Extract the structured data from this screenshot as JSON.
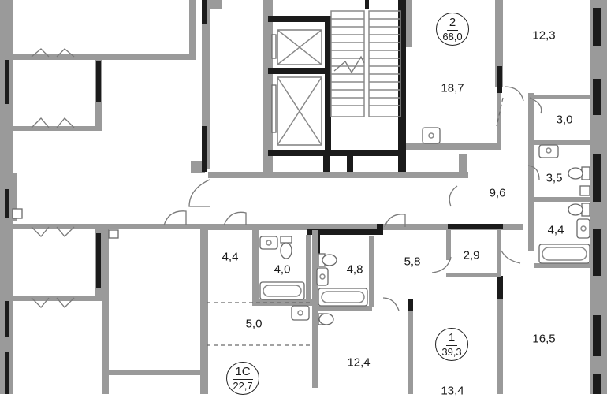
{
  "apartments": [
    {
      "number": "2",
      "area": "68,0"
    },
    {
      "number": "1",
      "area": "39,3"
    },
    {
      "number": "1С",
      "area": "22,7"
    }
  ],
  "rooms": [
    {
      "area": "12,3"
    },
    {
      "area": "18,7"
    },
    {
      "area": "3,0"
    },
    {
      "area": "3,5"
    },
    {
      "area": "9,6"
    },
    {
      "area": "4,4"
    },
    {
      "area": "4,4"
    },
    {
      "area": "4,0"
    },
    {
      "area": "4,8"
    },
    {
      "area": "5,8"
    },
    {
      "area": "2,9"
    },
    {
      "area": "5,0"
    },
    {
      "area": "12,4"
    },
    {
      "area": "16,5"
    },
    {
      "area": "13,4"
    }
  ],
  "icons": [
    "elevator-icon",
    "stairs-icon",
    "bathtub-icon",
    "sink-icon",
    "toilet-icon",
    "door-swing-icon"
  ]
}
